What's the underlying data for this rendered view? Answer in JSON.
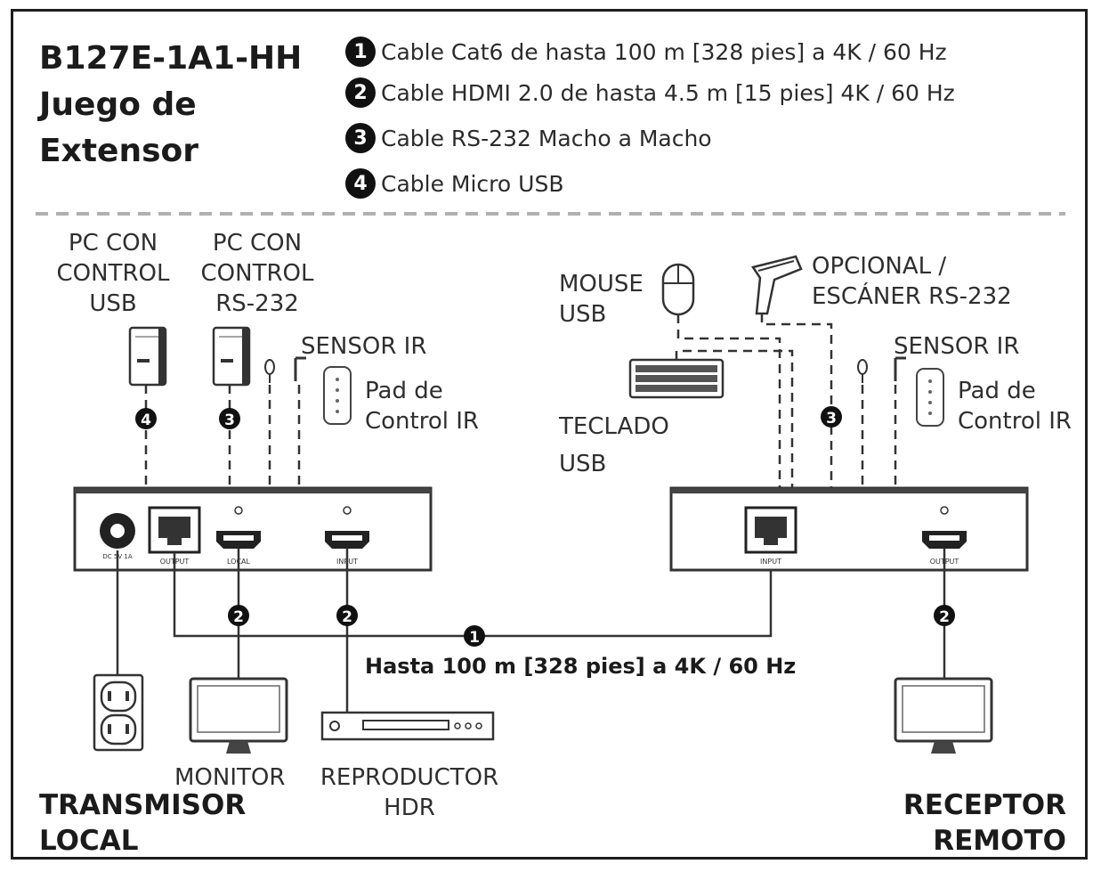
{
  "title": {
    "line1": "B127E-1A1-HH",
    "line2": "Juego de",
    "line3": "Extensor"
  },
  "legend": [
    {
      "number": "1",
      "text": "Cable Cat6 de hasta 100 m [328 pies] a 4K / 60 Hz"
    },
    {
      "number": "2",
      "text": "Cable HDMI 2.0 de hasta 4.5 m [15 pies] 4K / 60 Hz"
    },
    {
      "number": "3",
      "text": "Cable RS-232 Macho a Macho"
    },
    {
      "number": "4",
      "text": "Cable Micro USB"
    }
  ],
  "local": {
    "pc_usb": [
      "PC CON",
      "CONTROL",
      "USB"
    ],
    "pc_rs232": [
      "PC CON",
      "CONTROL",
      "RS-232"
    ],
    "sensor_ir": "SENSOR IR",
    "ir_pad": [
      "Pad de",
      "Control IR"
    ],
    "ports": {
      "dc": "DC 5V 1A",
      "output": "OUTPUT",
      "local": "LOCAL",
      "input": "INPUT"
    },
    "monitor": "MONITOR",
    "player": [
      "REPRODUCTOR",
      "HDR"
    ],
    "label": [
      "TRANSMISOR",
      "LOCAL"
    ]
  },
  "remote": {
    "mouse": [
      "MOUSE",
      "USB"
    ],
    "scanner": [
      "OPCIONAL /",
      "ESCÁNER RS-232"
    ],
    "sensor_ir": "SENSOR IR",
    "ir_pad": [
      "Pad de",
      "Control IR"
    ],
    "keyboard": [
      "TECLADO",
      "USB"
    ],
    "ports": {
      "input": "INPUT",
      "output": "OUTPUT"
    },
    "label": [
      "RECEPTOR",
      "REMOTO"
    ]
  },
  "connection_label": "Hasta 100 m [328 pies] a 4K / 60 Hz",
  "badges": {
    "b4": "4",
    "b3_local": "3",
    "b3_remote": "3",
    "b2_local": "2",
    "b2_input": "2",
    "b2_remote": "2",
    "b1": "1"
  }
}
